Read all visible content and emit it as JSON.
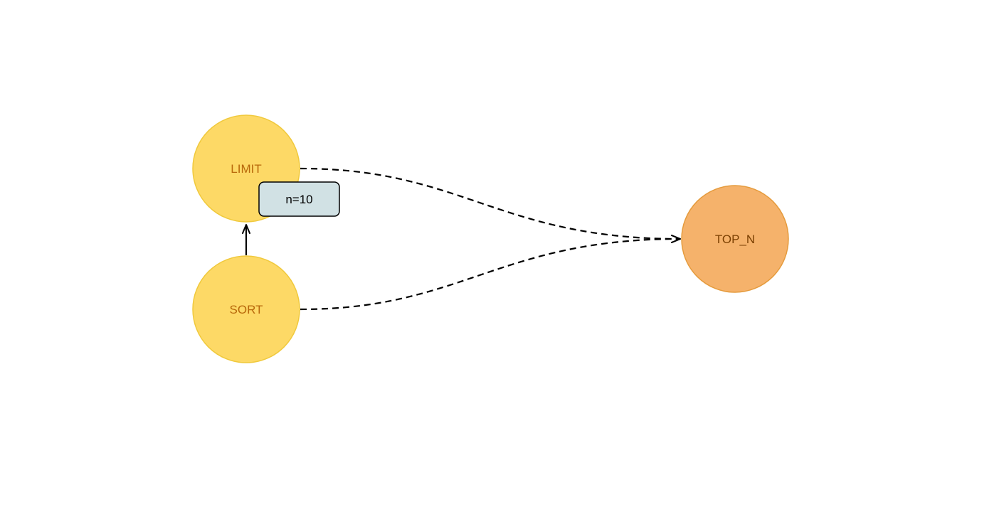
{
  "colors": {
    "background": "#ffffff",
    "operator_node_fill": "#fdd966",
    "operator_node_stroke": "#f0c93c",
    "operator_node_text": "#b8680a",
    "result_node_fill": "#f5b26b",
    "result_node_stroke": "#e59b3d",
    "result_node_text": "#7a3f00",
    "note_fill": "#d1e1e4",
    "note_stroke": "#000000",
    "edge_color": "#000000"
  },
  "nodes": {
    "limit": {
      "label": "LIMIT",
      "kind": "operator"
    },
    "sort": {
      "label": "SORT",
      "kind": "operator"
    },
    "top_n": {
      "label": "TOP_N",
      "kind": "result"
    }
  },
  "notes": {
    "limit_param": {
      "text": "n=10",
      "attached_to": "limit"
    }
  },
  "edges": [
    {
      "id": "sort-to-limit",
      "from": "sort",
      "to": "limit",
      "style": "solid",
      "arrow": "open"
    },
    {
      "id": "limit-to-top-n",
      "from": "limit",
      "to": "top_n",
      "style": "dashed",
      "arrow": "open"
    },
    {
      "id": "sort-to-top-n",
      "from": "sort",
      "to": "top_n",
      "style": "dashed",
      "arrow": "open"
    }
  ]
}
